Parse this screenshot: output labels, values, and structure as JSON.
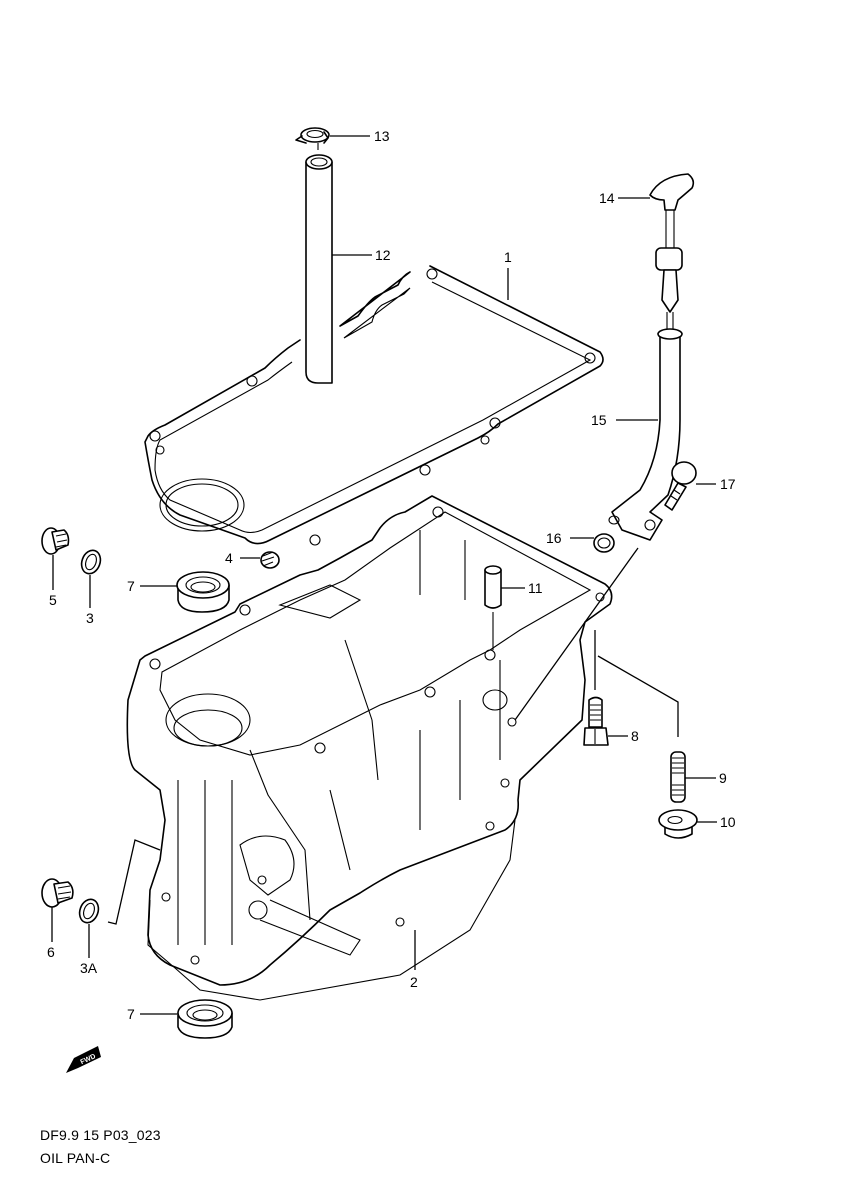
{
  "diagram": {
    "code": "DF9.9 15 P03_023",
    "title": "OIL PAN-C",
    "direction_marker": "FWD",
    "callouts": {
      "c1": "1",
      "c2": "2",
      "c3": "3",
      "c3a": "3A",
      "c4": "4",
      "c5": "5",
      "c6": "6",
      "c7a": "7",
      "c7b": "7",
      "c8": "8",
      "c9": "9",
      "c10": "10",
      "c11": "11",
      "c12": "12",
      "c13": "13",
      "c14": "14",
      "c15": "15",
      "c16": "16",
      "c17": "17"
    },
    "parts": [
      {
        "ref": "1",
        "name": "gasket"
      },
      {
        "ref": "2",
        "name": "oil-pan"
      },
      {
        "ref": "3",
        "name": "washer"
      },
      {
        "ref": "3A",
        "name": "washer"
      },
      {
        "ref": "4",
        "name": "plug"
      },
      {
        "ref": "5",
        "name": "drain-plug"
      },
      {
        "ref": "6",
        "name": "drain-plug"
      },
      {
        "ref": "7",
        "name": "oil-seal"
      },
      {
        "ref": "8",
        "name": "bolt"
      },
      {
        "ref": "9",
        "name": "stud"
      },
      {
        "ref": "10",
        "name": "nut"
      },
      {
        "ref": "11",
        "name": "dowel-pin"
      },
      {
        "ref": "12",
        "name": "hose"
      },
      {
        "ref": "13",
        "name": "clip"
      },
      {
        "ref": "14",
        "name": "oil-level-gauge"
      },
      {
        "ref": "15",
        "name": "guide-pipe"
      },
      {
        "ref": "16",
        "name": "o-ring"
      },
      {
        "ref": "17",
        "name": "bolt"
      }
    ]
  }
}
